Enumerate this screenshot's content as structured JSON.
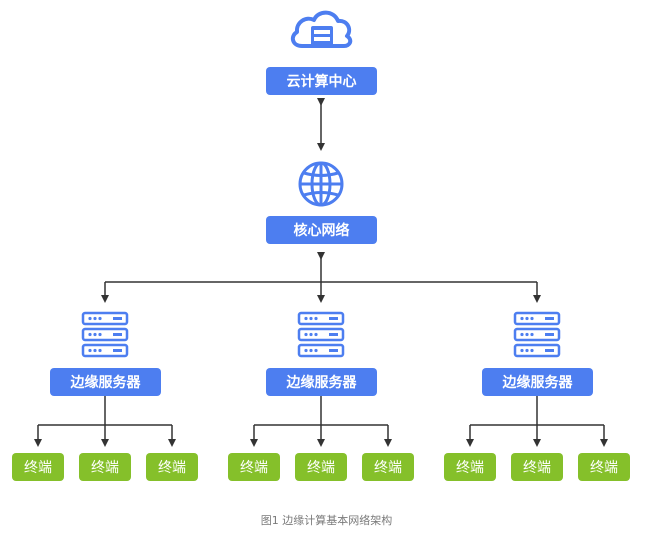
{
  "nodes": {
    "cloud_center": "云计算中心",
    "core_network": "核心网络",
    "edge_servers": [
      "边缘服务器",
      "边缘服务器",
      "边缘服务器"
    ],
    "terminals": [
      "终端",
      "终端",
      "终端",
      "终端",
      "终端",
      "终端",
      "终端",
      "终端",
      "终端"
    ]
  },
  "caption": "图1 边缘计算基本网络架构",
  "colors": {
    "node_blue": "#4d7ef0",
    "terminal_green": "#85c02a",
    "connector": "#333333",
    "caption_gray": "#7a7a7a"
  },
  "icons": {
    "cloud": "cloud-server-icon",
    "network": "globe-icon",
    "server": "server-rack-icon"
  }
}
